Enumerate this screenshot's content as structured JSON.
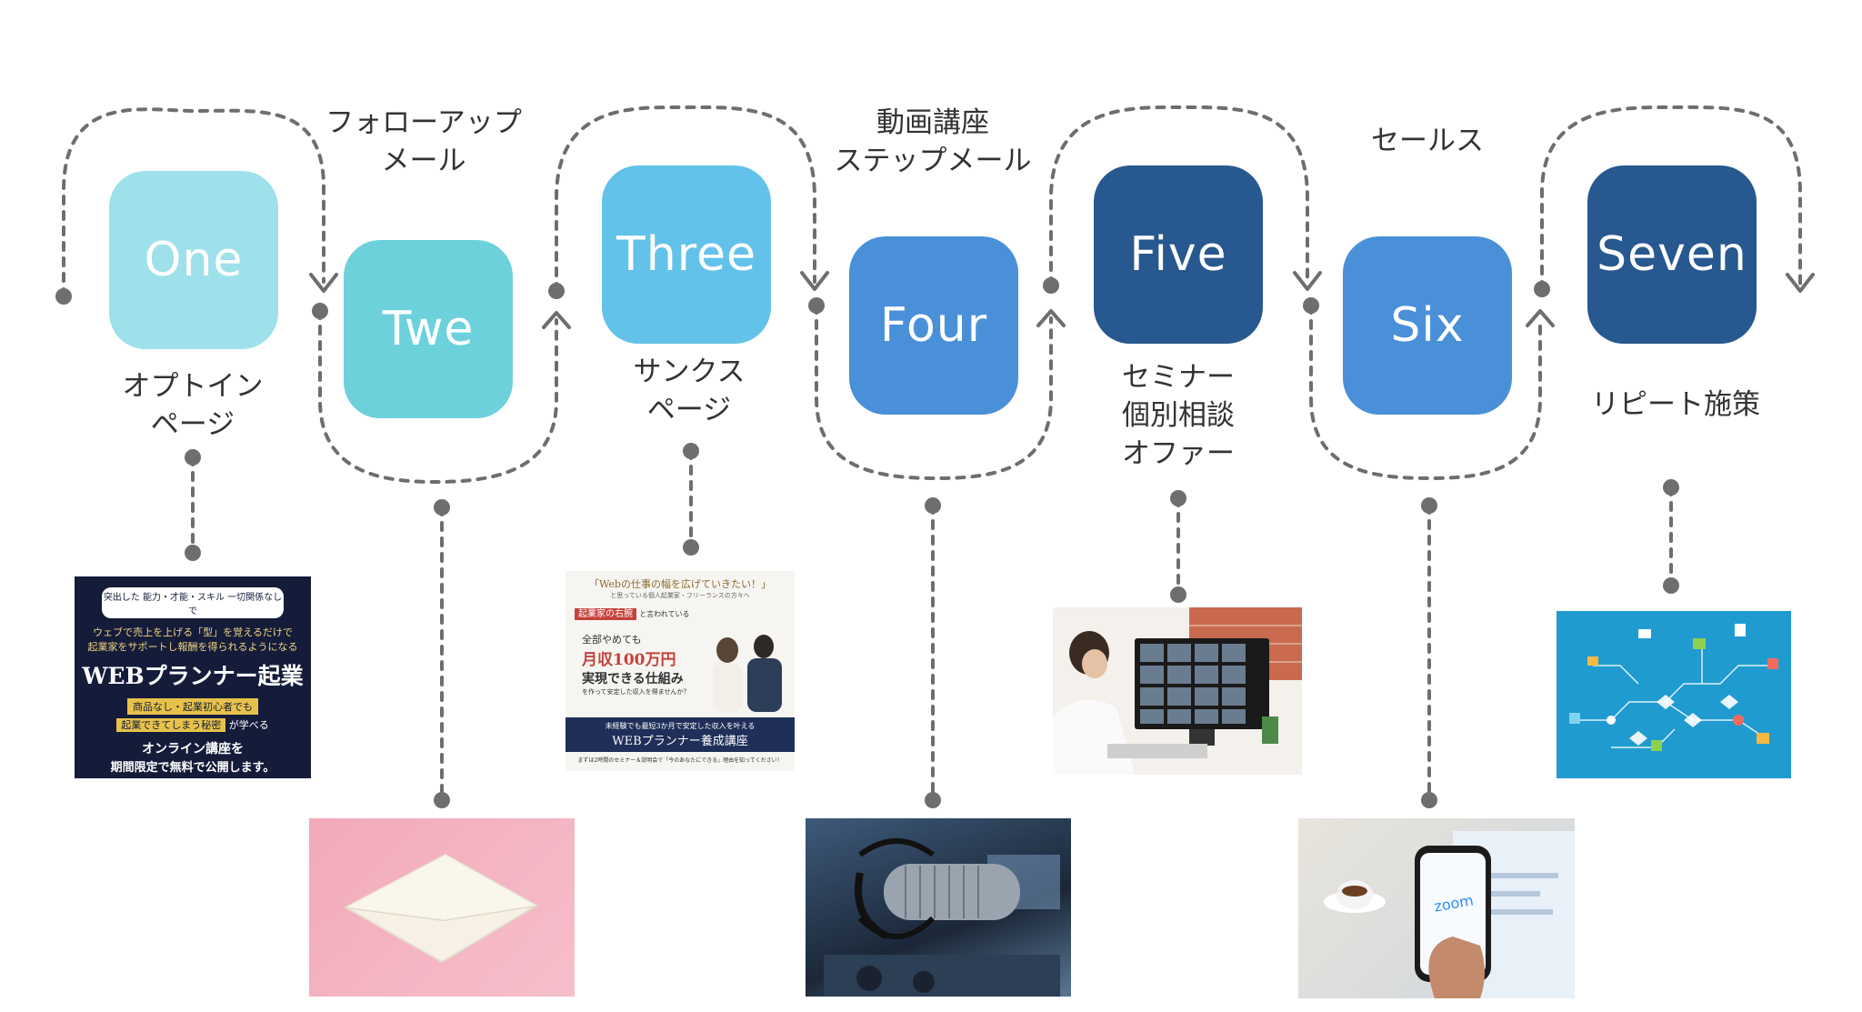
{
  "steps": [
    {
      "name": "One",
      "color": "#9ee1ea"
    },
    {
      "name": "Twe",
      "color": "#6dd1dc"
    },
    {
      "name": "Three",
      "color": "#63c2ea"
    },
    {
      "name": "Four",
      "color": "#4a90d9"
    },
    {
      "name": "Five",
      "color": "#27588f"
    },
    {
      "name": "Six",
      "color": "#4a90d9"
    },
    {
      "name": "Seven",
      "color": "#27588f"
    }
  ],
  "labels": {
    "one": [
      "オプトイン",
      "ページ"
    ],
    "two": [
      "フォローアップ",
      "メール"
    ],
    "three": [
      "サンクス",
      "ページ"
    ],
    "four": [
      "動画講座",
      "ステップメール"
    ],
    "five": [
      "セミナー",
      "個別相談",
      "オファー"
    ],
    "six": [
      "セールス"
    ],
    "seven": [
      "リピート施策"
    ]
  },
  "optin_ad": {
    "top": "突出した 能力・才能・スキル 一切関係なし で",
    "line1": "ウェブで売上を上げる「型」を覚えるだけで",
    "line2": "起業家をサポートし報酬を得られるようになる",
    "title": "WEBプランナー起業",
    "hl1": "商品なし・起業初心者でも",
    "hl2": "起業できてしまう秘密",
    "hl2b": "が学べる",
    "foot1": "オンライン講座を",
    "foot2": "期間限定で無料で公開します。"
  },
  "thanks_ad": {
    "top": "「Webの仕事の幅を広げていきたい！」",
    "sub": "と思っている個人起業家・フリーランスの方々へ",
    "badge": "起業家の右腕",
    "badge_b": "と言われている",
    "l1": "全部やめても",
    "l2": "月収100万円",
    "l3": "実現できる仕組み",
    "l4": "を作って安定した収入を得ませんか？",
    "bar1": "未経験でも最短3か月で安定した収入を叶える",
    "bar2": "WEBプランナー養成講座",
    "foot": "まずは2時間のセミナー＆説明会で「今のあなたにできる」理由を知ってください！"
  },
  "zoom_label": "zoom",
  "colors": {
    "connector": "#6e6e6e",
    "text": "#333333"
  }
}
